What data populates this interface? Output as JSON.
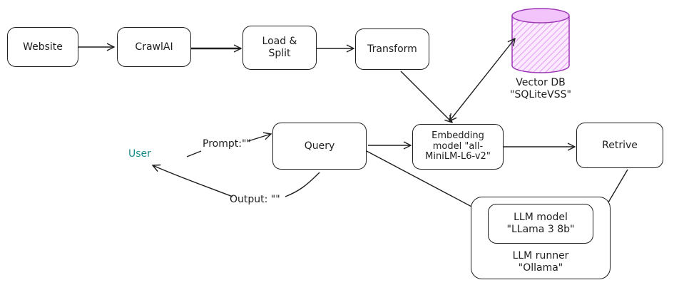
{
  "nodes": {
    "website": "Website",
    "crawlai": "CrawlAI",
    "load_split": "Load &\nSplit",
    "transform": "Transform",
    "vector_db": "Vector DB\n\"SQLiteVSS\"",
    "query": "Query",
    "embedding": "Embedding\nmodel \"all-\nMiniLM-L6-v2\"",
    "retrive": "Retrive",
    "llm_model": "LLM model\n\"LLama 3 8b\"",
    "llm_runner": "LLM runner\n\"Ollama\"",
    "user": "User"
  },
  "edges": {
    "prompt": "Prompt:\"\"",
    "output": "Output: \"\""
  },
  "colors": {
    "stroke": "#1e1e1e",
    "db_fill": "#e599f7",
    "db_stroke": "#9c36b5",
    "user": "#1a8a8a"
  }
}
